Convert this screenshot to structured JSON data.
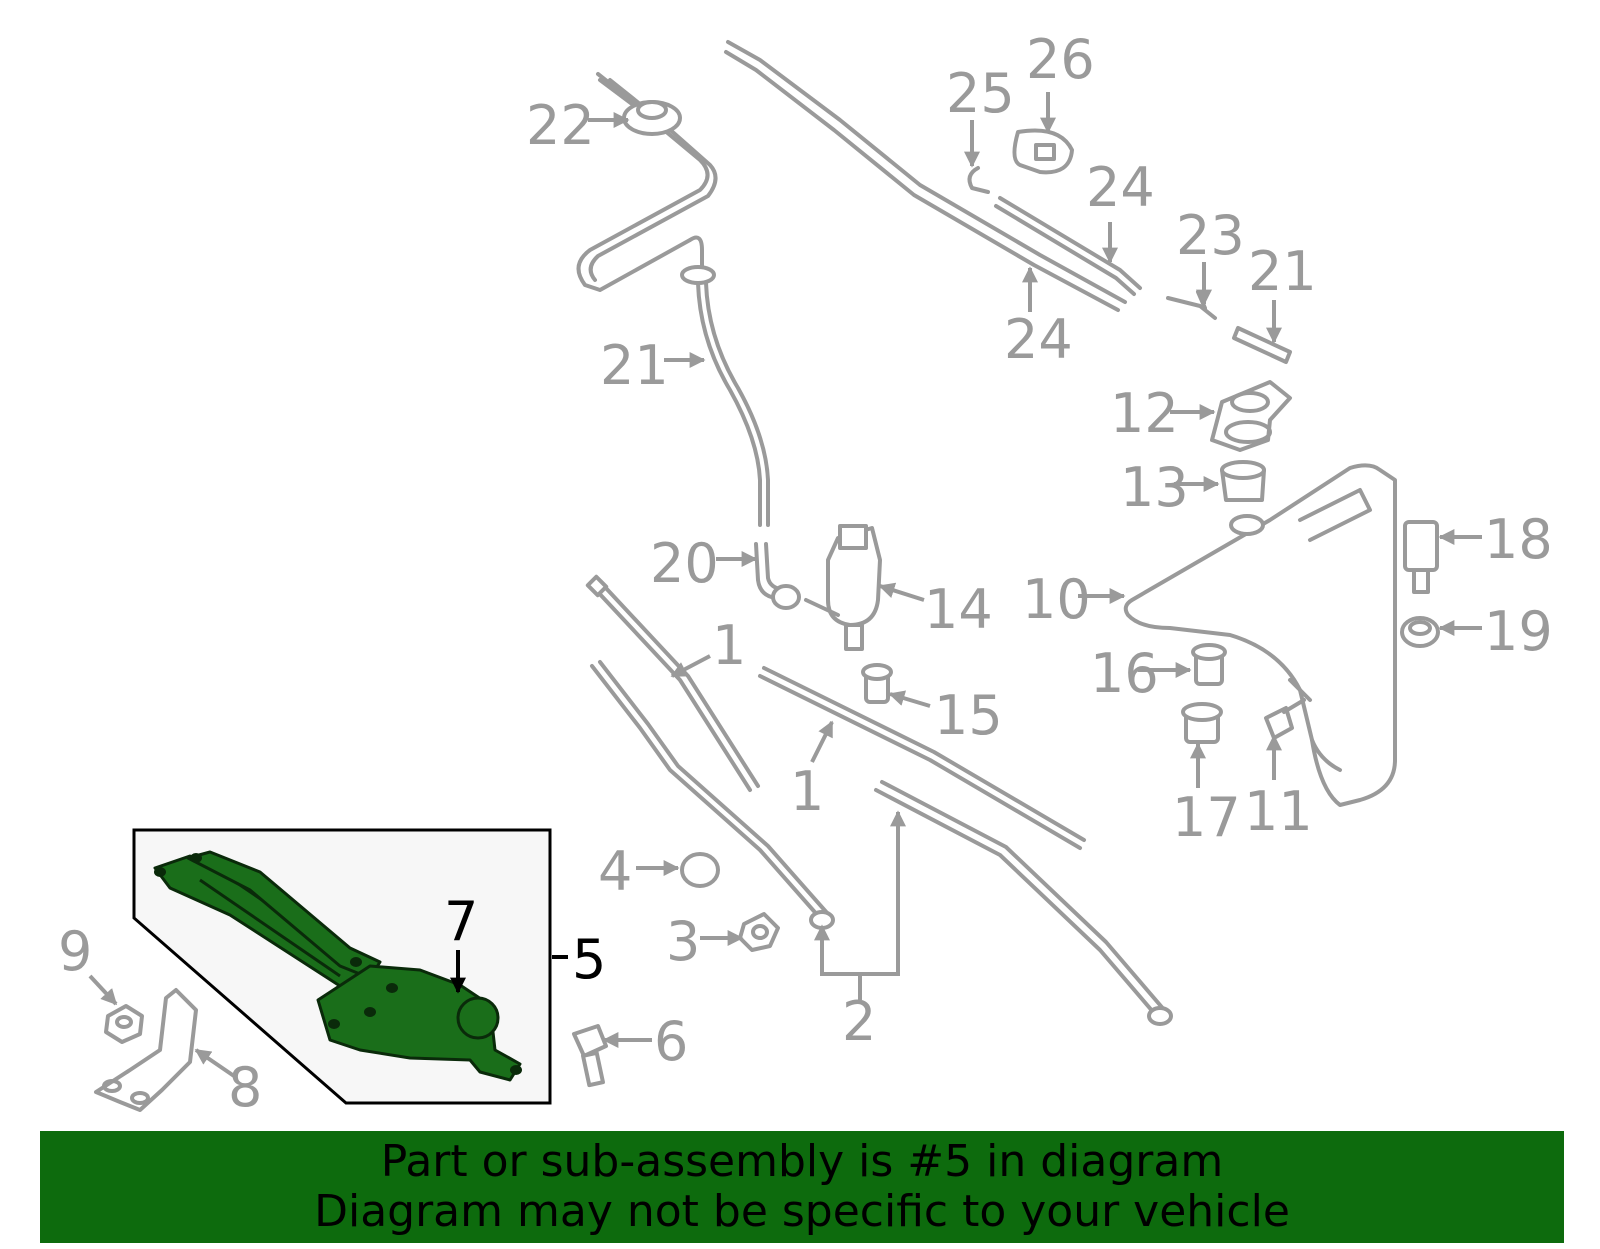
{
  "callouts": {
    "c1a": "1",
    "c1b": "1",
    "c2": "2",
    "c3": "3",
    "c4": "4",
    "c5": "5",
    "c6": "6",
    "c7": "7",
    "c8": "8",
    "c9": "9",
    "c10": "10",
    "c11": "11",
    "c12": "12",
    "c13": "13",
    "c14": "14",
    "c15": "15",
    "c16": "16",
    "c17": "17",
    "c18": "18",
    "c19": "19",
    "c20": "20",
    "c21a": "21",
    "c21b": "21",
    "c22": "22",
    "c23": "23",
    "c24a": "24",
    "c24b": "24",
    "c25": "25",
    "c26": "26"
  },
  "highlight": {
    "part_number": "5",
    "color": "#0d6b0d"
  },
  "banner": {
    "line1": "Part or sub-assembly is #5 in diagram",
    "line2": "Diagram may not be specific to your vehicle"
  }
}
